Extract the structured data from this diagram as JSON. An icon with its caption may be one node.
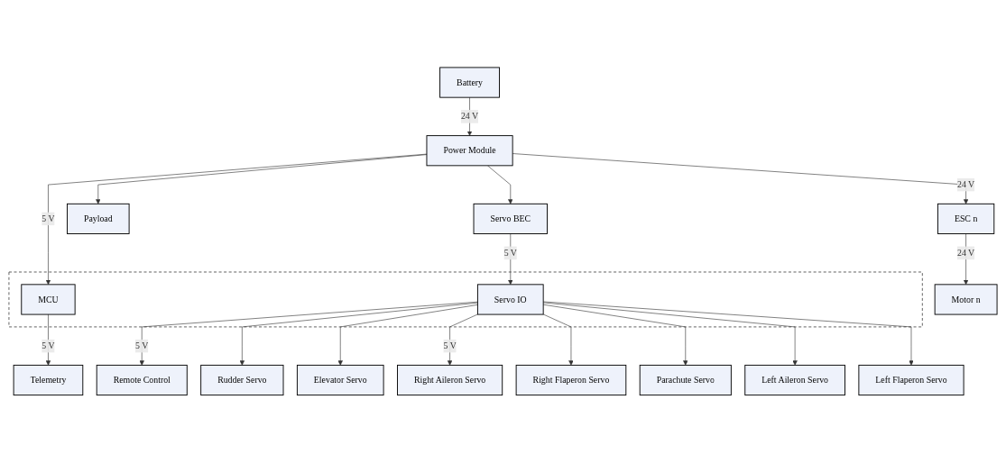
{
  "diagram": {
    "nodes": [
      {
        "text": [
          "Battery"
        ]
      },
      {
        "text": [
          "Power Module"
        ]
      },
      {
        "text": [],
        "shape": "box"
      },
      {
        "text": [
          "MCU"
        ],
        "in": 2
      },
      {
        "text": [
          "Servo IO"
        ],
        "in": 2
      },
      {
        "text": [
          "Telemetry"
        ]
      },
      {
        "text": [
          "ESC n"
        ]
      },
      {
        "text": [
          "Payload"
        ]
      },
      {
        "text": [
          "Servo BEC"
        ]
      },
      {
        "text": [
          "Remote Control"
        ]
      },
      {
        "text": [
          "Rudder Servo"
        ]
      },
      {
        "text": [
          "Elevator Servo"
        ]
      },
      {
        "text": [
          "Motor n"
        ]
      },
      {
        "text": [
          "Right Aileron Servo"
        ]
      },
      {
        "text": [
          "Right Flaperon Servo"
        ]
      },
      {
        "text": [
          "Parachute Servo"
        ]
      },
      {
        "text": [
          "Left Aileron Servo"
        ]
      },
      {
        "text": [
          "Left Flaperon Servo"
        ]
      }
    ],
    "edges": [
      {
        "from": 0,
        "to": 1,
        "arrow": "to",
        "label": "24 V"
      },
      {
        "from": 1,
        "to": 3,
        "arrow": "to",
        "label": "5 V"
      },
      {
        "from": 3,
        "to": 5,
        "arrow": "to",
        "label": "5 V"
      },
      {
        "from": 1,
        "to": 6,
        "arrow": "to",
        "label": "24 V"
      },
      {
        "from": 1,
        "to": 7,
        "arrow": "to"
      },
      {
        "from": 1,
        "to": 8,
        "arrow": "to"
      },
      {
        "from": 8,
        "to": 4,
        "arrow": "to",
        "label": "5 V"
      },
      {
        "from": 4,
        "to": 9,
        "arrow": "to",
        "label": "5 V"
      },
      {
        "from": 4,
        "to": 10,
        "arrow": "to"
      },
      {
        "from": 4,
        "to": 11,
        "arrow": "to"
      },
      {
        "from": 4,
        "to": 13,
        "arrow": "to",
        "label": "5 V"
      },
      {
        "from": 4,
        "to": 14,
        "arrow": "to"
      },
      {
        "from": 4,
        "to": 15,
        "arrow": "to"
      },
      {
        "from": 4,
        "to": 16,
        "arrow": "to"
      },
      {
        "from": 4,
        "to": 17,
        "arrow": "to"
      },
      {
        "from": 6,
        "to": 12,
        "arrow": "to",
        "label": "24 V"
      }
    ]
  }
}
